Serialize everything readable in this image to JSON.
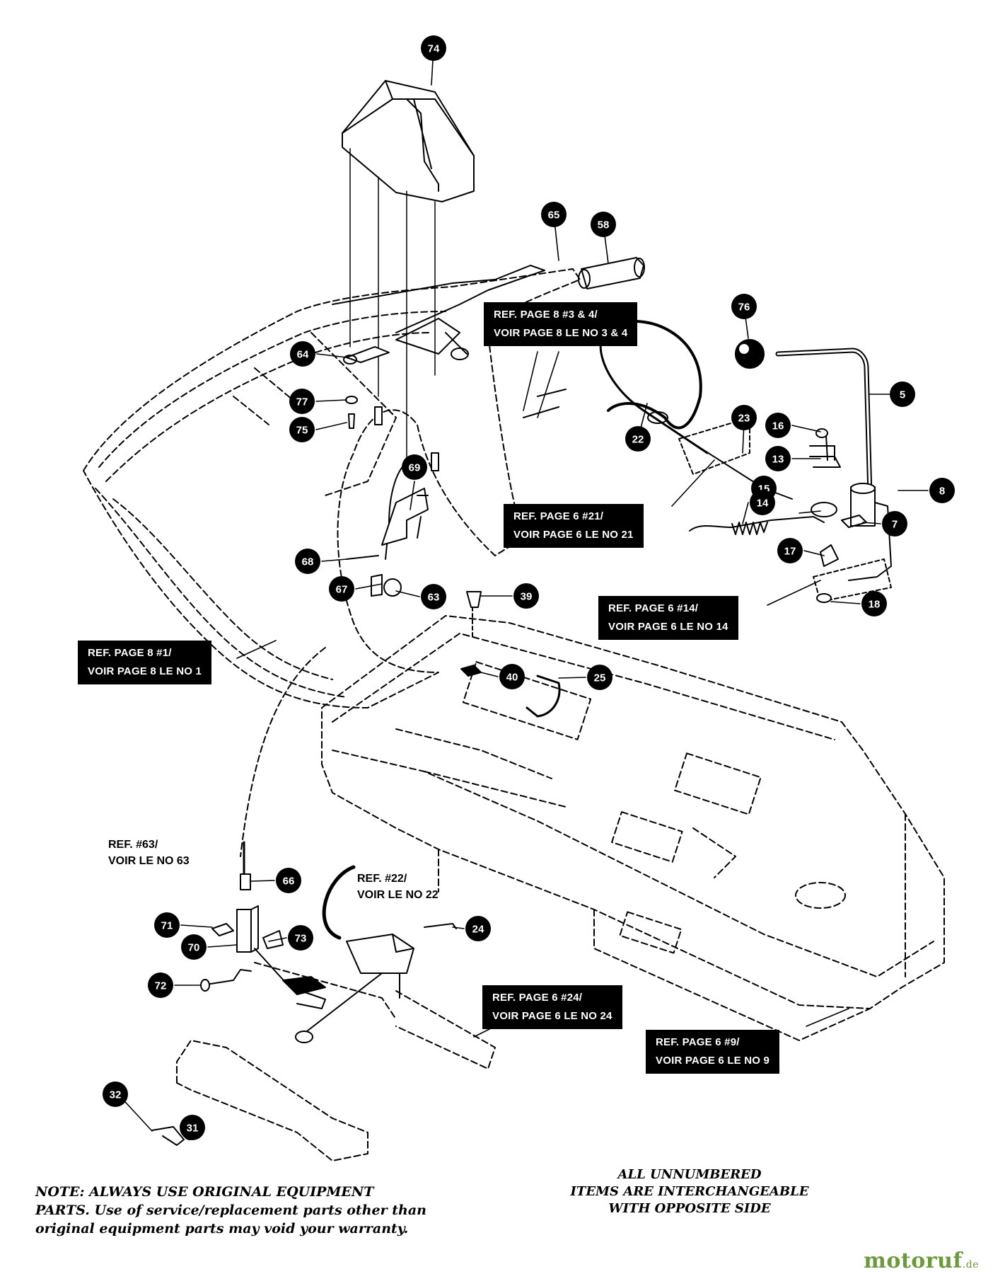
{
  "callouts": [
    "74",
    "65",
    "58",
    "76",
    "5",
    "64",
    "77",
    "75",
    "22",
    "23",
    "16",
    "13",
    "8",
    "15",
    "14",
    "7",
    "17",
    "69",
    "68",
    "67",
    "63",
    "39",
    "18",
    "40",
    "25",
    "66",
    "71",
    "70",
    "73",
    "24",
    "72",
    "32",
    "31"
  ],
  "ref_boxes": {
    "p8_3_4": {
      "line1": "REF. PAGE 8 #3 & 4/",
      "line2": "VOIR PAGE 8 LE NO 3 & 4"
    },
    "p6_21": {
      "line1": "REF. PAGE 6 #21/",
      "line2": "VOIR PAGE 6 LE NO 21"
    },
    "p6_14": {
      "line1": "REF. PAGE 6 #14/",
      "line2": "VOIR PAGE 6 LE NO 14"
    },
    "p8_1": {
      "line1": "REF. PAGE 8 #1/",
      "line2": "VOIR PAGE 8 LE NO 1"
    },
    "p6_24": {
      "line1": "REF. PAGE 6 #24/",
      "line2": "VOIR PAGE 6 LE NO 24"
    },
    "p6_9": {
      "line1": "REF. PAGE 6 #9/",
      "line2": "VOIR PAGE 6 LE NO 9"
    }
  },
  "ref_plain": {
    "r63": {
      "line1": "REF.  #63/",
      "line2": "VOIR LE NO 63"
    },
    "r22": {
      "line1": "REF.  #22/",
      "line2": "VOIR LE NO 22"
    }
  },
  "notes": {
    "left_line1": "NOTE: ALWAYS USE ORIGINAL EQUIPMENT",
    "left_line2": "PARTS. Use of service/replacement parts other than",
    "left_line3": "original equipment parts may void your warranty.",
    "right_line1": "ALL UNNUMBERED",
    "right_line2": "ITEMS ARE INTERCHANGEABLE",
    "right_line3": "WITH OPPOSITE SIDE"
  },
  "watermark": {
    "brand": "motoruf",
    "tld": ".de"
  },
  "colors": {
    "ink": "#000000",
    "paper": "#ffffff",
    "watermark": "#6a9a3a"
  }
}
